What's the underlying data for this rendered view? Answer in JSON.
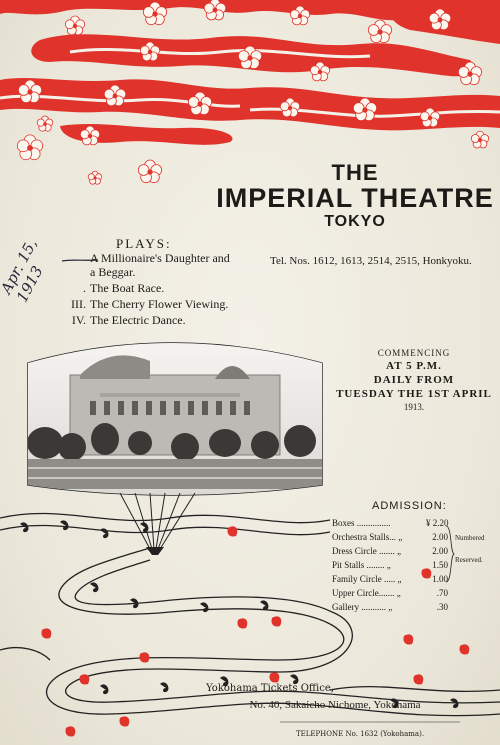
{
  "signature": "Apr. 15, 1913",
  "theatre": {
    "the": "THE",
    "name": "IMPERIAL THEATRE",
    "city": "TOKYO",
    "tel": "Tel. Nos. 1612, 1613, 2514, 2515, Honkyoku."
  },
  "plays": {
    "heading": "PLAYS:",
    "items": [
      {
        "num": "",
        "title": "A Millionaire's Daughter and"
      },
      {
        "num": "",
        "title": "a Beggar."
      },
      {
        "num": ".",
        "title": "The Boat Race."
      },
      {
        "num": "III.",
        "title": "The Cherry Flower Viewing."
      },
      {
        "num": "IV.",
        "title": "The Electric Dance."
      }
    ]
  },
  "schedule": {
    "commencing": "COMMENCING",
    "time": "AT 5 P.M.",
    "daily": "DAILY FROM",
    "date": "TUESDAY THE 1ST APRIL",
    "year": "1913."
  },
  "admission": {
    "heading": "ADMISSION:",
    "rows": [
      {
        "label": "Boxes ...............",
        "price": "¥ 2.20"
      },
      {
        "label": "Orchestra Stalls... „",
        "price": "2.00"
      },
      {
        "label": "Dress Circle ....... „",
        "price": "2.00"
      },
      {
        "label": "Pit Stalls ........ „",
        "price": "1.50"
      },
      {
        "label": "Family Circle ..... „",
        "price": "1.00"
      },
      {
        "label": "Upper Circle....... „",
        "price": ".70"
      },
      {
        "label": "Gallery ........... „",
        "price": ".30"
      }
    ],
    "numbered": "Numbered",
    "reserved": "Reserved."
  },
  "footer": {
    "office": "Yokohama Tickets Office,",
    "address": "No. 40, Sakaicho Nichome, Yokohama",
    "telephone": "TELEPHONE No. 1632 (Yokohama)."
  },
  "colors": {
    "red": "#e0332b",
    "ink": "#1d1b18",
    "paper": "#efece2"
  }
}
